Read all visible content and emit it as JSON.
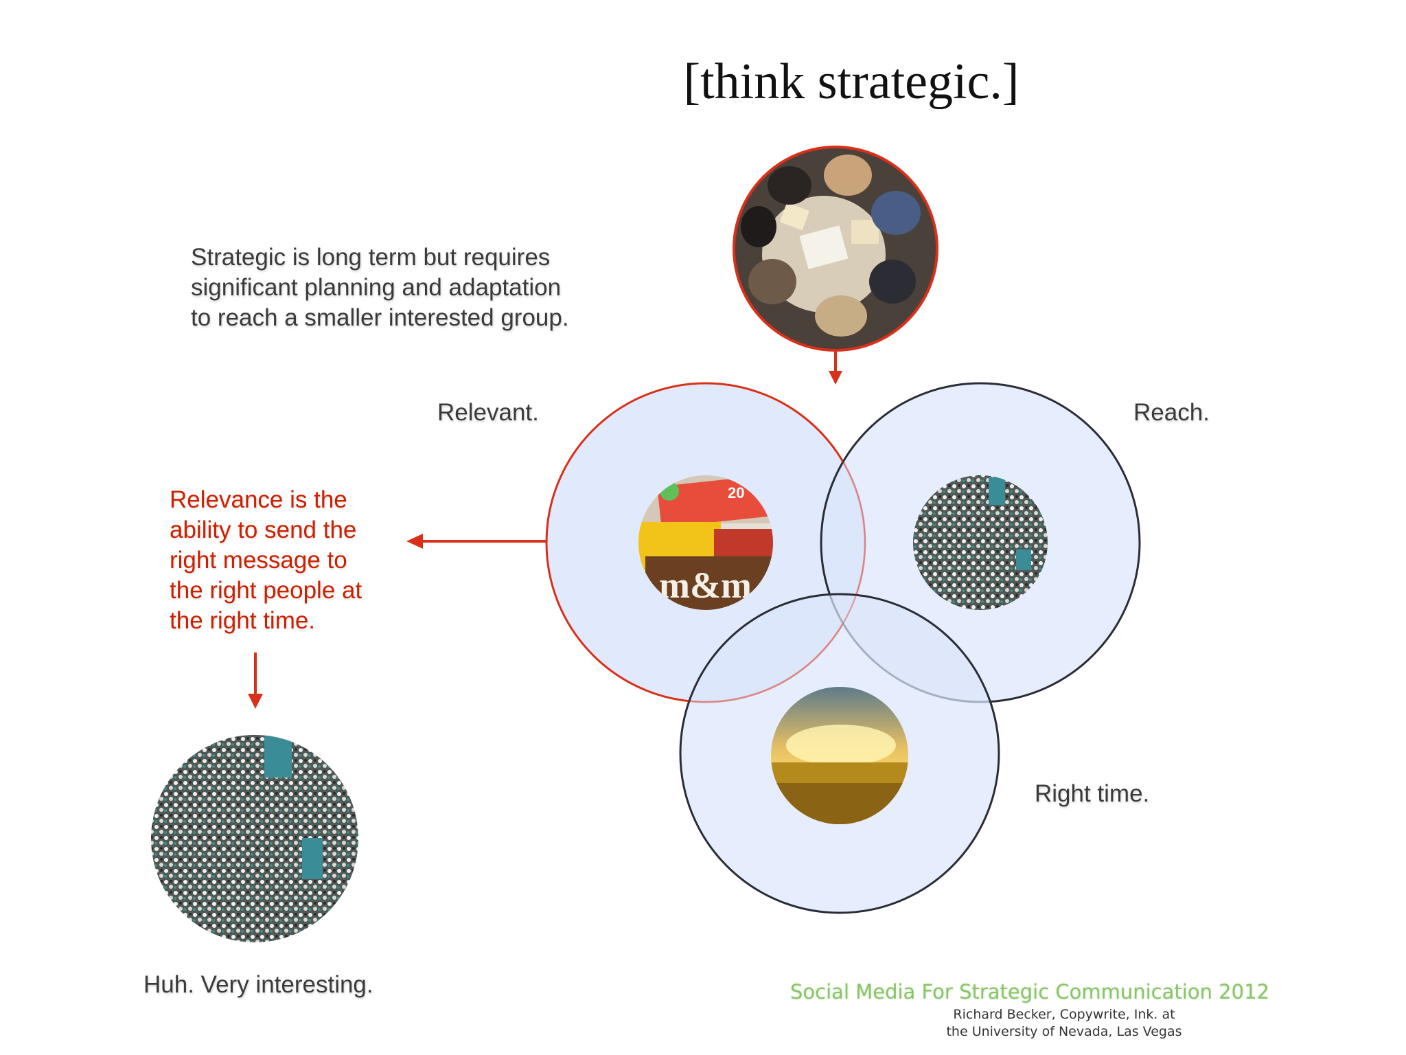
{
  "slide": {
    "title": "[think strategic.]",
    "intro_lines": [
      "Strategic is long term but requires",
      "significant planning and adaptation",
      "to reach a smaller interested group."
    ],
    "label_relevant": "Relevant.",
    "label_reach": "Reach.",
    "label_right_time": "Right time.",
    "relevance_lines": [
      "Relevance is the",
      "ability to send the",
      "right message to",
      "the right people at",
      "the right time."
    ],
    "bottom_caption": "Huh. Very interesting.",
    "footer_title": "Social Media For Strategic Communication 2012",
    "footer_line1": "Richard Becker, Copywrite, Ink. at",
    "footer_line2": "the University of Nevada, Las Vegas"
  },
  "colors": {
    "accent_red": "#d9301a",
    "circle_fill": "#dbe6fb",
    "circle_dark": "#2a2d35",
    "footer_green": "#8ac36a"
  },
  "images": [
    {
      "name": "meeting-photo",
      "depicts": "people around a table viewed from above"
    },
    {
      "name": "candy-photo",
      "depicts": "m&m candy bags"
    },
    {
      "name": "crowd-photo",
      "depicts": "large crowd"
    },
    {
      "name": "sunset-photo",
      "depicts": "sunset over sunflower field"
    },
    {
      "name": "crowd-photo-large",
      "depicts": "large crowd"
    }
  ]
}
